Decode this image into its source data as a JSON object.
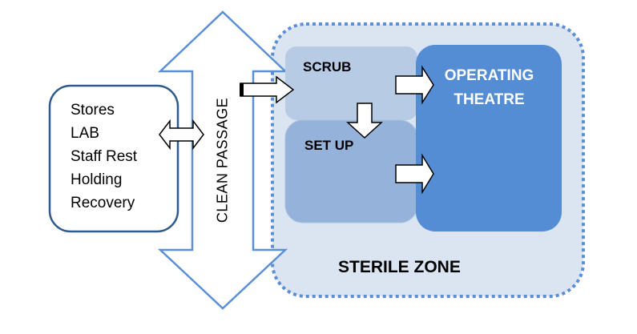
{
  "diagram": {
    "support_rooms": {
      "items": [
        "Stores",
        "LAB",
        "Staff Rest",
        "Holding",
        "Recovery"
      ]
    },
    "clean_passage": {
      "label": "CLEAN PASSAGE"
    },
    "sterile_zone": {
      "label": "STERILE ZONE",
      "rooms": {
        "scrub": "SCRUB",
        "setup": "SET UP",
        "operating_theatre_line1": "OPERATING",
        "operating_theatre_line2": "THEATRE"
      }
    },
    "colors": {
      "arrow_outline": "#5b8fd6",
      "box_outline": "#2f5a8f",
      "sterile_zone_fill": "#dbe4f1",
      "scrub_fill": "#b7cbe5",
      "setup_fill": "#95b3da",
      "theatre_fill": "#548dd4"
    }
  }
}
